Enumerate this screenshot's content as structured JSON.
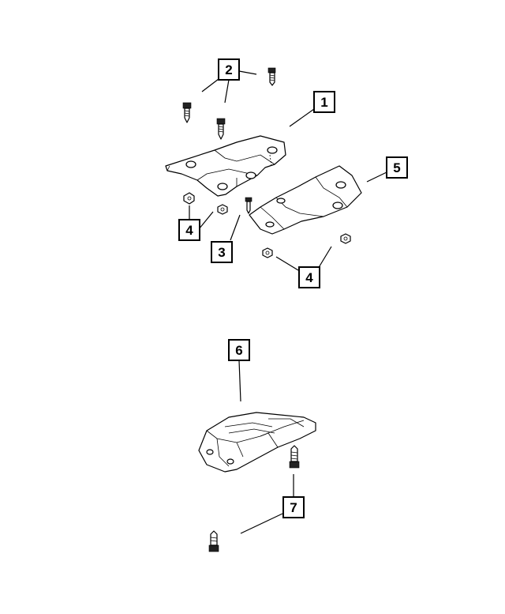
{
  "callouts": [
    {
      "id": "c1",
      "label": "1"
    },
    {
      "id": "c2",
      "label": "2"
    },
    {
      "id": "c3",
      "label": "3"
    },
    {
      "id": "c4a",
      "label": "4"
    },
    {
      "id": "c4b",
      "label": "4"
    },
    {
      "id": "c5",
      "label": "5"
    },
    {
      "id": "c6",
      "label": "6"
    },
    {
      "id": "c7",
      "label": "7"
    }
  ],
  "colors": {
    "line": "#000000",
    "background": "#ffffff"
  }
}
